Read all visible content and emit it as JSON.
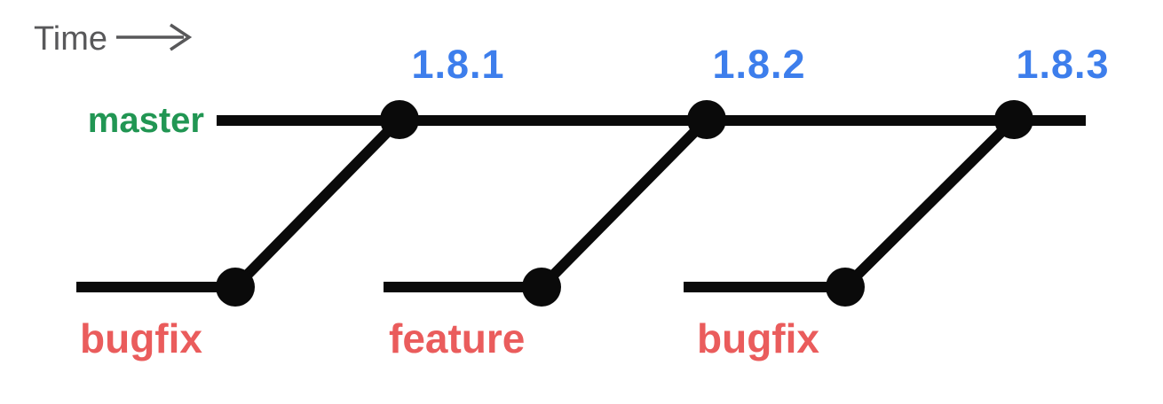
{
  "diagram": {
    "type": "git-branch-diagram",
    "time_axis": {
      "label": "Time",
      "direction": "right"
    },
    "master": {
      "label": "master"
    },
    "releases": [
      {
        "version": "1.8.1"
      },
      {
        "version": "1.8.2"
      },
      {
        "version": "1.8.3"
      }
    ],
    "branches": [
      {
        "name": "bugfix",
        "merges_into": "1.8.1"
      },
      {
        "name": "feature",
        "merges_into": "1.8.2"
      },
      {
        "name": "bugfix",
        "merges_into": "1.8.3"
      }
    ],
    "colors": {
      "line": "#0a0a0a",
      "commit_dot": "#0a0a0a",
      "master_label": "#219653",
      "version_label": "#3d7eec",
      "branch_label": "#ea5c5c",
      "time_label": "#58585a",
      "background": "#ffffff"
    }
  }
}
